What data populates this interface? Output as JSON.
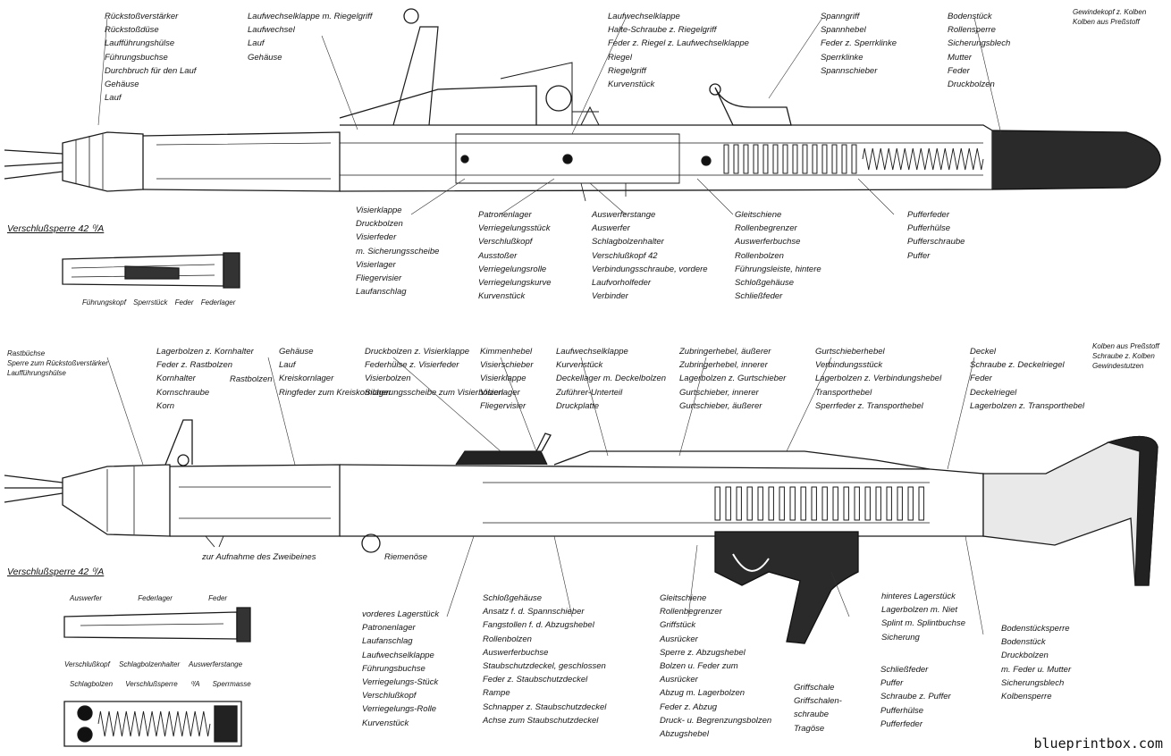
{
  "top_labels": {
    "col_a": [
      "Rückstoßverstärker",
      "Rückstoßdüse",
      "Laufführungshülse",
      "Führungsbuchse",
      "Durchbruch für den Lauf",
      "Gehäuse",
      "Lauf"
    ],
    "col_b": [
      "Laufwechselklappe m. Riegelgriff",
      "Laufwechsel",
      "Lauf",
      "Gehäuse"
    ],
    "col_c": [
      "Laufwechselklappe",
      "Halte-Schraube z. Riegelgriff",
      "Feder z. Riegel z. Laufwechselklappe",
      "Riegel",
      "Riegelgriff",
      "Kurvenstück"
    ],
    "col_d": [
      "Spanngriff",
      "Spannhebel",
      "Feder z. Sperrklinke",
      "Sperrklinke",
      "Spannschieber"
    ],
    "col_e": [
      "Bodenstück",
      "Rollensperre",
      "Sicherungsblech",
      "Mutter",
      "Feder",
      "Druckbolzen"
    ],
    "col_f": [
      "Gewindekopf z. Kolben",
      "Kolben aus Preßstoff"
    ],
    "col_g": [
      "Visierklappe",
      "Druckbolzen",
      "Visierfeder",
      "m. Sicherungsscheibe",
      "Visierlager",
      "Fliegervisier",
      "Laufanschlag"
    ],
    "col_h": [
      "Patronenlager",
      "Verriegelungsstück",
      "Verschlußkopf",
      "Ausstoßer",
      "Verriegelungsrolle",
      "Verriegelungskurve",
      "Kurvenstück"
    ],
    "col_i": [
      "Auswerferstange",
      "Auswerfer",
      "Schlagbolzenhalter",
      "Verschlußkopf 42",
      "Verbindungsschraube, vordere",
      "Laufvorholfeder",
      "Verbinder"
    ],
    "col_j": [
      "Gleitschiene",
      "Rollenbegrenzer",
      "Auswerferbuchse",
      "Rollenbolzen",
      "Führungsleiste, hintere",
      "Schloßgehäuse",
      "Schließfeder"
    ],
    "col_k": [
      "Pufferfeder",
      "Pufferhülse",
      "Pufferschraube",
      "Puffer"
    ]
  },
  "captions": {
    "top": "Verschlußsperre 42 ⁰/A",
    "bottom": "Verschlußsperre 42 ⁰/A"
  },
  "inset_top_labels": [
    "Führungskopf",
    "Sperrstück",
    "Feder",
    "Federlager"
  ],
  "mid_labels": {
    "col_a": [
      "Rastbüchse",
      "Sperre zum Rückstoßverstärker",
      "Laufführungshülse"
    ],
    "col_b": [
      "Lagerbolzen z. Kornhalter",
      "Feder z. Rastbolzen",
      "Kornhalter",
      "Kornschraube",
      "Korn"
    ],
    "col_b2": [
      "Rastbolzen"
    ],
    "col_c": [
      "Gehäuse",
      "Lauf",
      "Kreiskornlager",
      "Ringfeder zum Kreiskornlager"
    ],
    "col_d": [
      "Druckbolzen z. Visierklappe",
      "Federhülse z. Visierfeder",
      "Visierbolzen",
      "Sicherungsscheibe zum Visierbolzen"
    ],
    "col_e": [
      "Kimmenhebel",
      "Visierschieber",
      "Visierklappe",
      "Visierlager",
      "Fliegervisier"
    ],
    "col_f": [
      "Laufwechselklappe",
      "Kurvenstück",
      "Deckellager m. Deckelbolzen",
      "Zuführer-Unterteil",
      "Druckplatte"
    ],
    "col_g": [
      "Zubringerhebel, äußerer",
      "Zubringerhebel, innerer",
      "Lagerbolzen z. Gurtschieber",
      "Gurtschieber, innerer",
      "Gurtschieber, äußerer"
    ],
    "col_h": [
      "Gurtschieberhebel",
      "Verbindungsstück",
      "Lagerbolzen z. Verbindungshebel",
      "Transporthebel",
      "Sperrfeder z. Transporthebel"
    ],
    "col_i": [
      "Deckel",
      "Schraube z. Deckelriegel",
      "Feder",
      "Deckelriegel",
      "Lagerbolzen z. Transporthebel"
    ],
    "col_j": [
      "Kolben aus Preßstoff",
      "Schraube z. Kolben",
      "Gewindestutzen"
    ]
  },
  "lower_labels": {
    "zweibein": "zur Aufnahme des Zweibeines",
    "riemenoese": "Riemenöse",
    "col_a": [
      "vorderes Lagerstück",
      "Patronenlager",
      "Laufanschlag",
      "Laufwechselklappe",
      "Führungsbuchse",
      "Verriegelungs-Stück",
      "Verschlußkopf",
      "Verriegelungs-Rolle",
      "Kurvenstück"
    ],
    "col_b": [
      "Schloßgehäuse",
      "Ansatz f. d. Spannschieber",
      "Fangstollen f. d. Abzugshebel",
      "Rollenbolzen",
      "Auswerferbuchse",
      "Staubschutzdeckel, geschlossen",
      "Feder z. Staubschutzdeckel",
      "Rampe",
      "Schnapper z. Staubschutzdeckel",
      "Achse zum Staubschutzdeckel"
    ],
    "col_c": [
      "Gleitschiene",
      "Rollenbegrenzer",
      "Griffstück",
      "Ausrücker",
      "Sperre z. Abzugshebel",
      "Bolzen u. Feder zum",
      "Ausrücker",
      "Abzug m. Lagerbolzen",
      "Feder z. Abzug",
      "Druck- u. Begrenzungsbolzen",
      "Abzugshebel"
    ],
    "col_d": [
      "Griffschale",
      "Griffschalen-",
      "schraube",
      "Tragöse"
    ],
    "col_e": [
      "hinteres Lagerstück",
      "Lagerbolzen m. Niet",
      "Splint m. Splintbuchse",
      "Sicherung"
    ],
    "col_f": [
      "Schließfeder",
      "Puffer",
      "Schraube z. Puffer",
      "Pufferhülse",
      "Pufferfeder"
    ],
    "col_g": [
      "Bodenstücksperre",
      "Bodenstück",
      "Druckbolzen",
      "m. Feder u. Mutter",
      "Sicherungsblech",
      "Kolbensperre"
    ]
  },
  "inset_bottom_labels": {
    "row1": [
      "Auswerfer",
      "Federlager",
      "Feder"
    ],
    "row2": [
      "Verschlußkopf",
      "Schlagbolzenhalter",
      "Auswerferstange"
    ],
    "row3": [
      "Schlagbolzen",
      "Verschlußsperre ⁰/A",
      "Sperrmasse"
    ]
  },
  "watermark": "blueprintbox.com"
}
